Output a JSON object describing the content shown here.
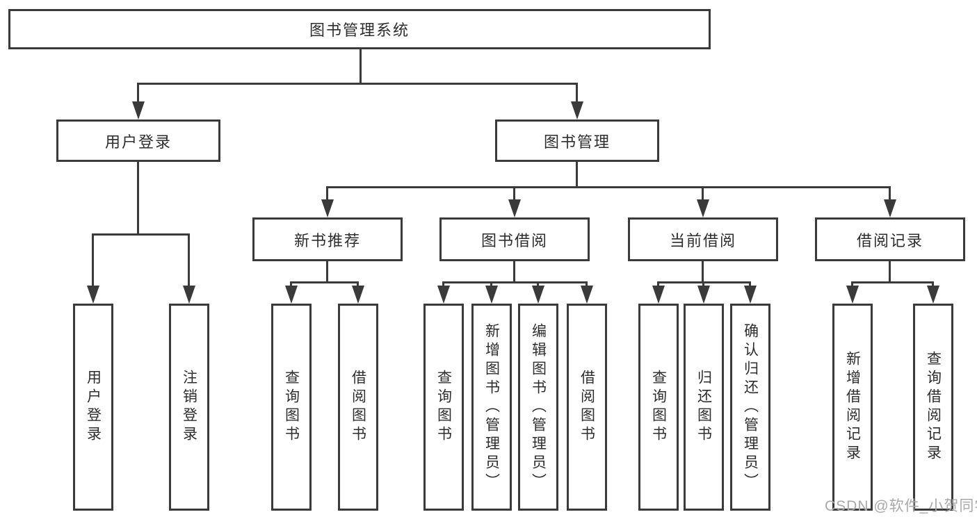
{
  "title": "图书管理系统",
  "level2": [
    "用户登录",
    "图书管理"
  ],
  "level3": [
    "新书推荐",
    "图书借阅",
    "当前借阅",
    "借阅记录"
  ],
  "leaves": {
    "login": [
      "用户登录",
      "注销登录"
    ],
    "newbook": [
      "查询图书",
      "借阅图书"
    ],
    "borrow": [
      "查询图书",
      "新增图书（管理员）",
      "编辑图书（管理员）",
      "借阅图书"
    ],
    "current": [
      "查询图书",
      "归还图书",
      "确认归还（管理员）"
    ],
    "records": [
      "新增借阅记录",
      "查询借阅记录"
    ]
  },
  "watermark": "CSDN @软件_小贺同学",
  "colors": {
    "line": "#3a3a3a",
    "text": "#2d2d2d",
    "watermark": "#a9a9a9",
    "background": "#ffffff"
  }
}
